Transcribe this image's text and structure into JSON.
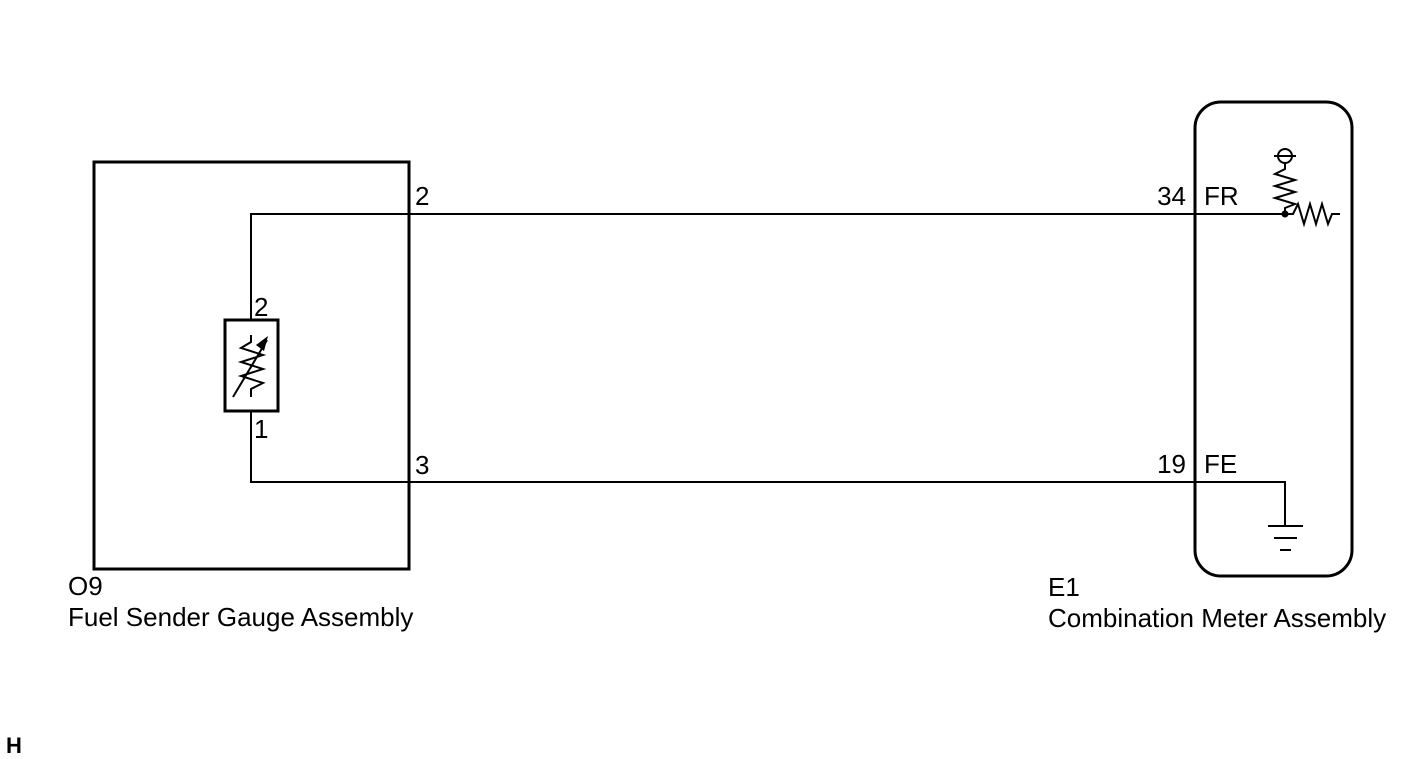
{
  "left_component": {
    "code": "O9",
    "name": "Fuel Sender Gauge Assembly",
    "connector_pins": {
      "top": "2",
      "bottom": "3"
    },
    "element_pins": {
      "top": "2",
      "bottom": "1"
    }
  },
  "right_component": {
    "code": "E1",
    "name": "Combination Meter Assembly",
    "pins": [
      {
        "number": "34",
        "signal": "FR"
      },
      {
        "number": "19",
        "signal": "FE"
      }
    ]
  },
  "corner_mark": "H"
}
